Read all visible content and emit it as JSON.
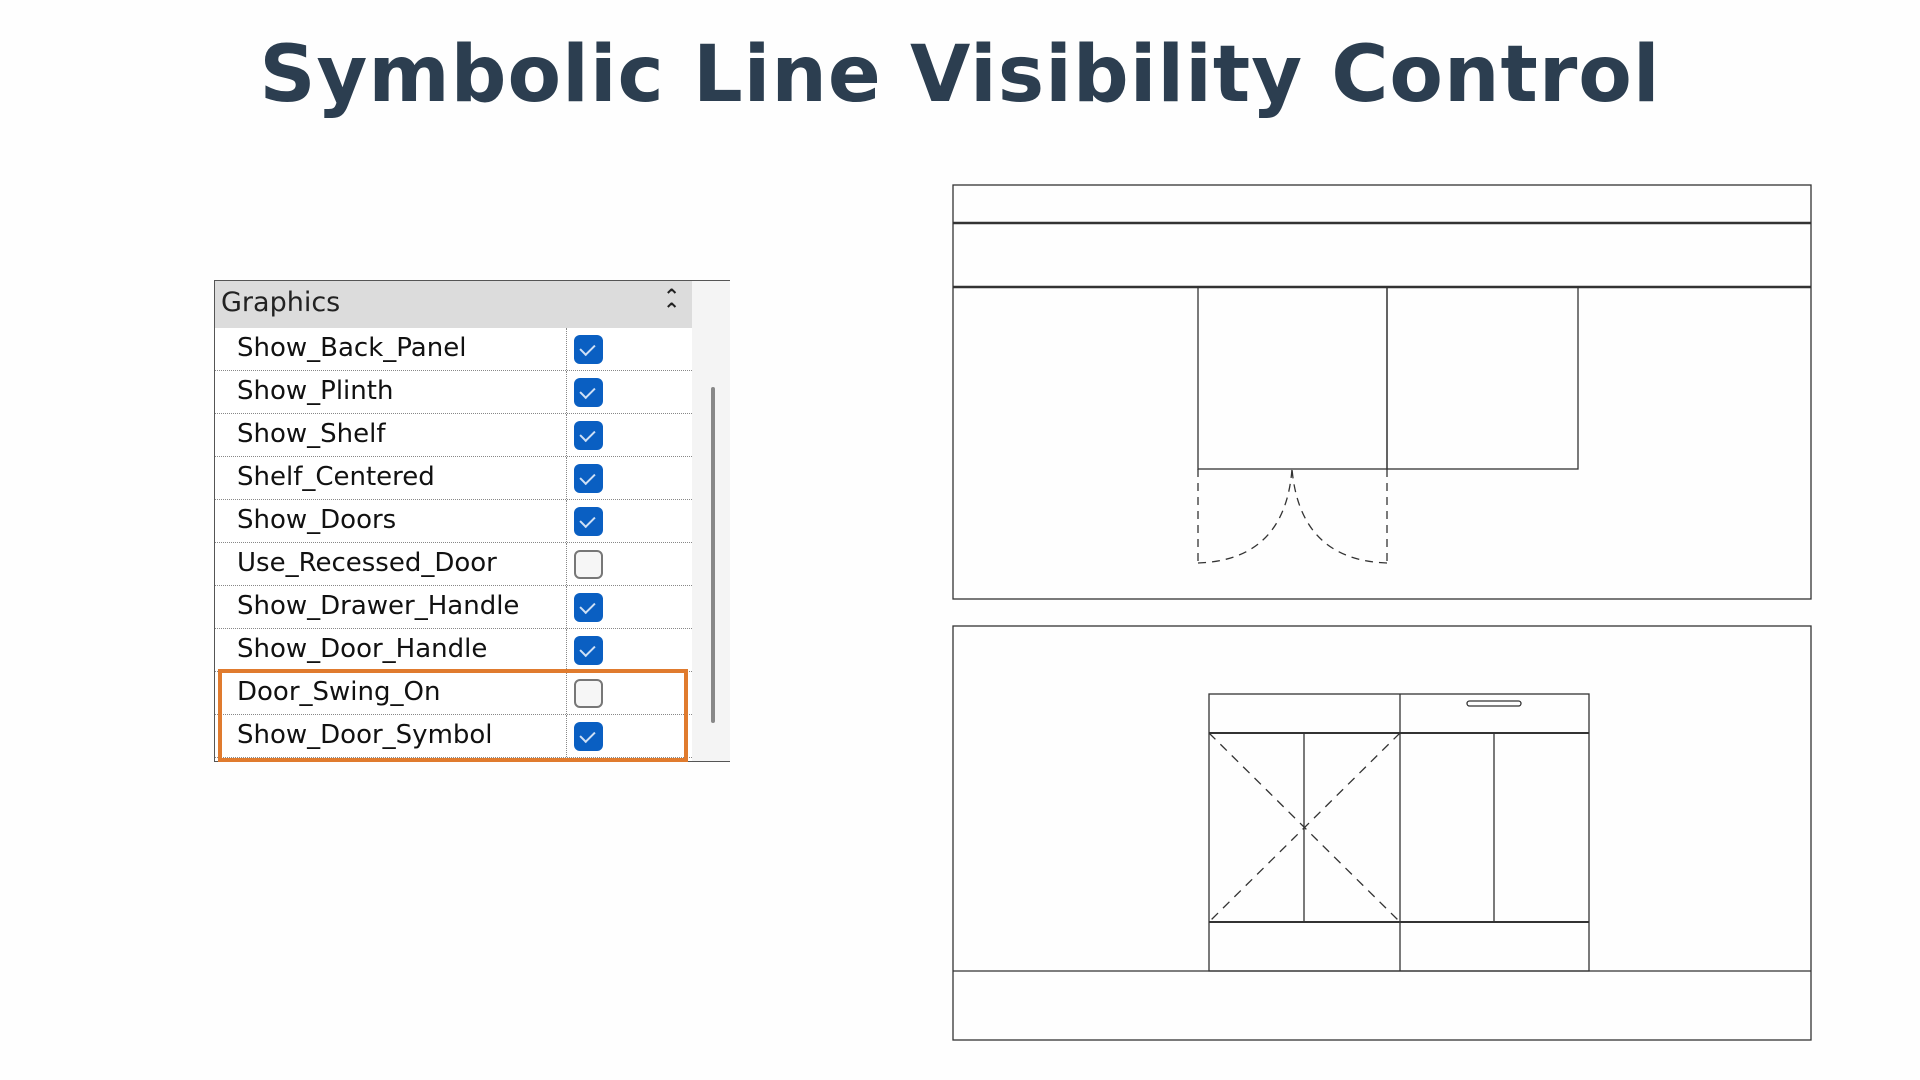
{
  "title": "Symbolic Line Visibility Control",
  "panel": {
    "header": "Graphics",
    "collapse_icon": "double-chevron-up",
    "params": [
      {
        "label": "Show_Back_Panel",
        "checked": true
      },
      {
        "label": "Show_Plinth",
        "checked": true
      },
      {
        "label": "Show_Shelf",
        "checked": true
      },
      {
        "label": "Shelf_Centered",
        "checked": true
      },
      {
        "label": "Show_Doors",
        "checked": true
      },
      {
        "label": "Use_Recessed_Door",
        "checked": false
      },
      {
        "label": "Show_Drawer_Handle",
        "checked": true
      },
      {
        "label": "Show_Door_Handle",
        "checked": true
      },
      {
        "label": "Door_Swing_On",
        "checked": false
      },
      {
        "label": "Show_Door_Symbol",
        "checked": true
      }
    ],
    "highlight_color": "#e07b2e",
    "checkbox_color": "#0a5fc2"
  }
}
